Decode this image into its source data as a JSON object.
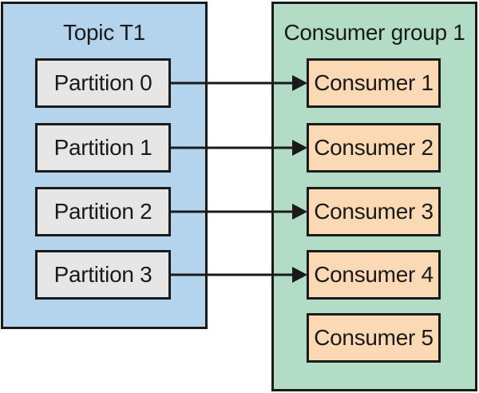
{
  "topic": {
    "title": "Topic T1",
    "partitions": [
      "Partition 0",
      "Partition 1",
      "Partition 2",
      "Partition 3"
    ]
  },
  "consumer_group": {
    "title": "Consumer group 1",
    "consumers": [
      "Consumer 1",
      "Consumer 2",
      "Consumer 3",
      "Consumer 4",
      "Consumer 5"
    ]
  },
  "assignments": [
    {
      "partition": "Partition 0",
      "consumer": "Consumer 1"
    },
    {
      "partition": "Partition 1",
      "consumer": "Consumer 2"
    },
    {
      "partition": "Partition 2",
      "consumer": "Consumer 3"
    },
    {
      "partition": "Partition 3",
      "consumer": "Consumer 4"
    }
  ],
  "colors": {
    "topic_fill": "#b3d4ec",
    "consumer_group_fill": "#b2dcc5",
    "partition_fill": "#e6e6e6",
    "consumer_fill": "#fbd9b5",
    "stroke": "#1a1a1a"
  }
}
